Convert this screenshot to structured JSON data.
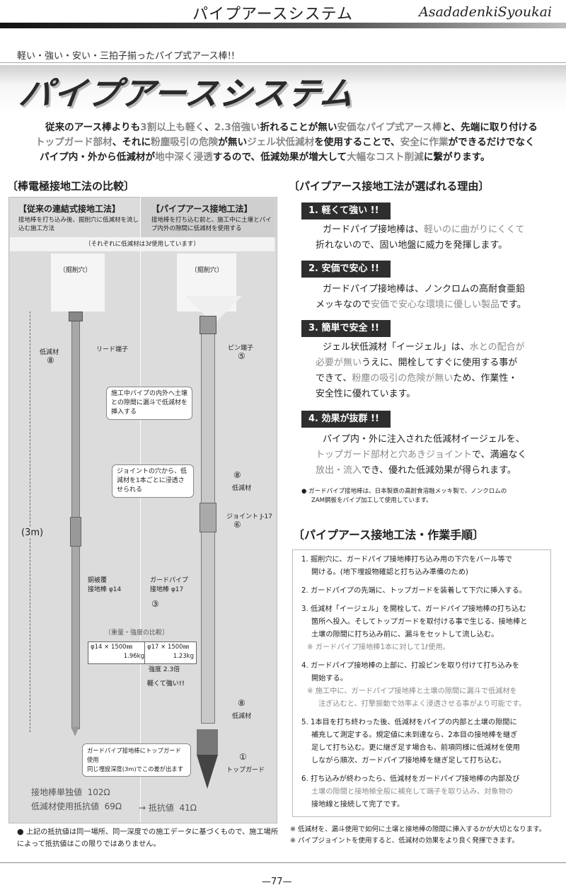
{
  "header": {
    "title": "パイプアースシステム",
    "brand": "AsadadenkiSyoukai"
  },
  "subtitle": "軽い・強い・安い・三拍子揃ったパイプ式アース棒!!",
  "banner_title": "パイプアースシステム",
  "intro": {
    "l1a": "従来のアース棒よりも",
    "l1b": "3割以上も軽く",
    "l1c": "、",
    "l1d": "2.3倍強い",
    "l1e": "折れることが無い",
    "l1f": "安価なパイプ式アース棒",
    "l1g": "と、先端に取り付ける",
    "l2a": "トップガード部材",
    "l2b": "、それに",
    "l2c": "粉塵吸引の危険",
    "l2d": "が無い",
    "l2e": "ジェル状低減材",
    "l2f": "を使用することで、",
    "l2g": "安全に作業",
    "l2h": "ができるだけでなく",
    "l3a": "パイプ内・外から低減材が",
    "l3b": "地中深く浸透",
    "l3c": "するので、低減効果が増大して",
    "l3d": "大幅なコスト削減",
    "l3e": "に繋がります。"
  },
  "left_section": {
    "heading": "〔棒電極接地工法の比較〕",
    "col1_title": "【従来の連結式接地工法】",
    "col1_desc": "接地棒を打ち込み後、掘削穴に低減材を流し込む施工方法",
    "col2_title": "【パイプアース接地工法】",
    "col2_desc": "接地棒を打ち込む前と、施工中に土壌とパイプ内外の隙間に低減材を使用する",
    "note": "〔それぞれに低減材は3ℓ使用しています〕",
    "hole_label_1": "〔掘削穴〕",
    "hole_label_2": "〔掘削穴〕",
    "lead_terminal": "リード端子",
    "reducer_8_left": "低減材",
    "num_8": "⑧",
    "pin_terminal": "ピン端子",
    "num_5": "⑤",
    "callout_1": "施工中パイプの内外へ土壌との隙間に漏斗で低減材を挿入する",
    "callout_2": "ジョイントの穴から、低減材を1本ごとに浸透させられる",
    "num_8b": "⑧",
    "reducer_8b": "低減材",
    "joint_label": "ジョイント J-17",
    "num_6": "⑥",
    "depth": "(3m)",
    "copper_rod": "銅被覆\n接地棒 φ14",
    "guard_pipe": "ガードパイプ\n接地棒 φ17",
    "num_3": "③",
    "weight_title": "〔重量・強度の比較〕",
    "weight_left_a": "φ14 × 1500㎜",
    "weight_left_b": "1.96kg",
    "weight_right_a": "φ17 × 1500㎜",
    "weight_right_b": "1.23kg",
    "weight_right_c": "強度 2.3倍",
    "weight_note": "軽くて強い!!",
    "num_8c": "⑧",
    "reducer_8c": "低減材",
    "guard_callout": "ガードパイプ接地棒にトップガード使用\n同じ埋設深度(3m)でこの差が出ます",
    "num_1": "①",
    "top_guard": "トップガード",
    "r_single_label": "接地棒単独値",
    "r_single_value": "102Ω",
    "r_reducer_label": "低減材使用抵抗値",
    "r_reducer_value": "69Ω",
    "r_pipe_label": "抵抗値",
    "r_pipe_value": "41Ω",
    "footnote": "上記の抵抗値は同一場所、同一深度での施工データに基づくもので、施工場所によって抵抗値はこの限りではありません。"
  },
  "right_section": {
    "heading": "〔パイプアース接地工法が選ばれる理由〕",
    "reasons": [
      {
        "title": "1. 軽くて強い !!",
        "l1a": "ガードパイプ接地棒は、",
        "l1b": "軽いのに曲がりにくくて",
        "l2": "折れないので、固い地盤に威力を発揮します。"
      },
      {
        "title": "2. 安価で安心 !!",
        "l1": "ガードパイプ接地棒は、ノンクロムの高耐食亜鉛",
        "l2a": "メッキなので",
        "l2b": "安価で安心な環境に優しい製品",
        "l2c": "です。"
      },
      {
        "title": "3. 簡単で安全 !!",
        "l1a": "ジェル状低減材「イージェル」は、",
        "l1b": "水との配合が",
        "l2a": "必要が無い",
        "l2b": "うえに、開栓してすぐに使用する事が",
        "l3a": "できて、",
        "l3b": "粉塵の吸引の危険が無い",
        "l3c": "ため、作業性・",
        "l4": "安全性に優れています。"
      },
      {
        "title": "4. 効果が抜群 !!",
        "l1": "パイプ内・外に注入された低減材イージェルを、",
        "l2a": "トップガード部材と穴あきジョイント",
        "l2b": "で、満遍なく",
        "l3a": "放出・流入",
        "l3b": "でき、優れた低減効果が得られます。"
      }
    ],
    "bullet_note_1": "● ガードパイプ接地棒は、日本製鉄の高耐食溶融メッキ製で、ノンクロムの",
    "bullet_note_2": "ZAM鋼板をパイプ加工して使用しています。",
    "steps_heading": "〔パイプアース接地工法・作業手順〕",
    "steps": [
      "1. 掘削穴に、ガードパイプ接地棒打ち込み用の下穴をバール等で",
      "開ける。(地下埋設物確認と打ち込み準備のため)",
      "2. ガードパイプの先端に、トップガードを装着して下穴に挿入する。",
      "3. 低減材「イージェル」を開栓して、ガードパイプ接地棒の打ち込む",
      "箇所へ投入。そしてトップガードを取付ける事で生じる、接地棒と",
      "土壌の隙間に打ち込み前に、漏斗をセットして流し込む。",
      "※ ガードパイプ接地棒1本に対して1ℓ使用。",
      "4. ガードパイプ接地棒の上部に、打設ピンを取り付けて打ち込みを",
      "開始する。",
      "※ 施工中に、ガードパイプ接地棒と土壌の隙間に漏斗で低減材を",
      "注ぎ込むと、打撃振動で効率よく浸透させる事がより可能です。",
      "5. 1本目を打ち終わった後、低減材をパイプの内部と土壌の隙間に",
      "補充して測定する。規定値に未到達なら、2本目の接地棒を継ぎ",
      "足して打ち込む。更に継ぎ足す場合も、前項同様に低減材を使用",
      "しながら順次、ガードパイプ接地棒を継ぎ足して打ち込む。",
      "6. 打ち込みが終わったら、低減材をガードパイプ接地棒の内部及び",
      "土壌の隙間と接地極全般に補充して端子を取り込み、対象物の",
      "接地線と接続して完了です。"
    ],
    "footnote_1": "※ 低減材を、漏斗使用で如何に土壌と接地棒の隙間に挿入するかが大切となります。",
    "footnote_2": "※ パイプジョイントを使用すると、低減材の効果をより良く発揮できます。"
  },
  "page_number": "—77—"
}
